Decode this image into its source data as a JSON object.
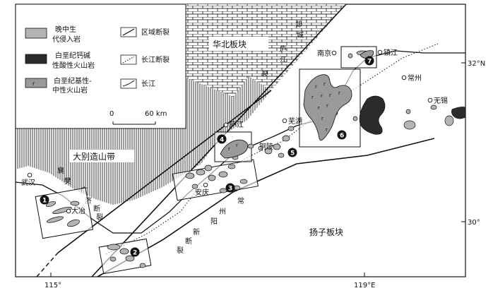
{
  "legend": {
    "item1": [
      "晚中生",
      "代侵入岩"
    ],
    "item2": [
      "白垩纪钙碱",
      "性酸性火山岩"
    ],
    "item3": [
      "白垩纪基性-",
      "中性火山岩"
    ],
    "item4": "区域断裂",
    "item5": "长江断裂",
    "item6": "长江",
    "scale": {
      "zero": "0",
      "dist": "60 km"
    }
  },
  "blocks": {
    "north": "华北板块",
    "dabie": "大别造山带",
    "yangtze": "扬子板块"
  },
  "faults": {
    "tanlu": [
      "郯",
      "城",
      "庐",
      "江",
      "裂"
    ],
    "xiangfan": [
      "襄",
      "樊",
      "广",
      "济",
      "断",
      "裂"
    ],
    "changzhou": [
      "常",
      "州",
      "阳",
      "新",
      "断",
      "裂"
    ]
  },
  "cities": {
    "wuhan": "武汉",
    "daye": "大冶",
    "anqing": "安庆",
    "lujiang": "庐江",
    "tongling": "铜陵",
    "wuhu": "芜湖",
    "nanjing": "南京",
    "zhenjiang": "镇江",
    "changzhou": "常州",
    "wuxi": "无锡"
  },
  "coords": {
    "lon1": "115°",
    "lon2": "119°E",
    "lat1": "32°N",
    "lat2": "30°"
  },
  "districts": [
    "1",
    "2",
    "3",
    "4",
    "5",
    "6",
    "7"
  ],
  "colors": {
    "intrusive": "#b4b4b4",
    "acid_volcanic": "#2b2b2b",
    "basic_volcanic": "#9a9a9a"
  }
}
